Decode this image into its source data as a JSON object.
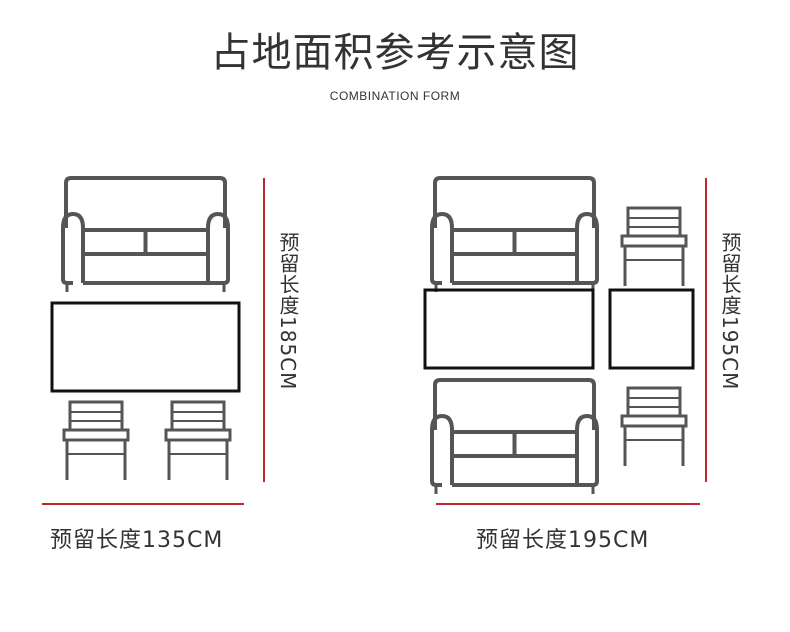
{
  "header": {
    "title": "占地面积参考示意图",
    "subtitle": "COMBINATION FORM"
  },
  "left_layout": {
    "vertical_label": "预留长度185CM",
    "horizontal_label": "预留长度135CM"
  },
  "right_layout": {
    "vertical_label": "预留长度195CM",
    "horizontal_label": "预留长度195CM"
  },
  "colors": {
    "furniture": "#555555",
    "table": "#111111",
    "dimension_line": "#c0272d",
    "text": "#333333"
  }
}
